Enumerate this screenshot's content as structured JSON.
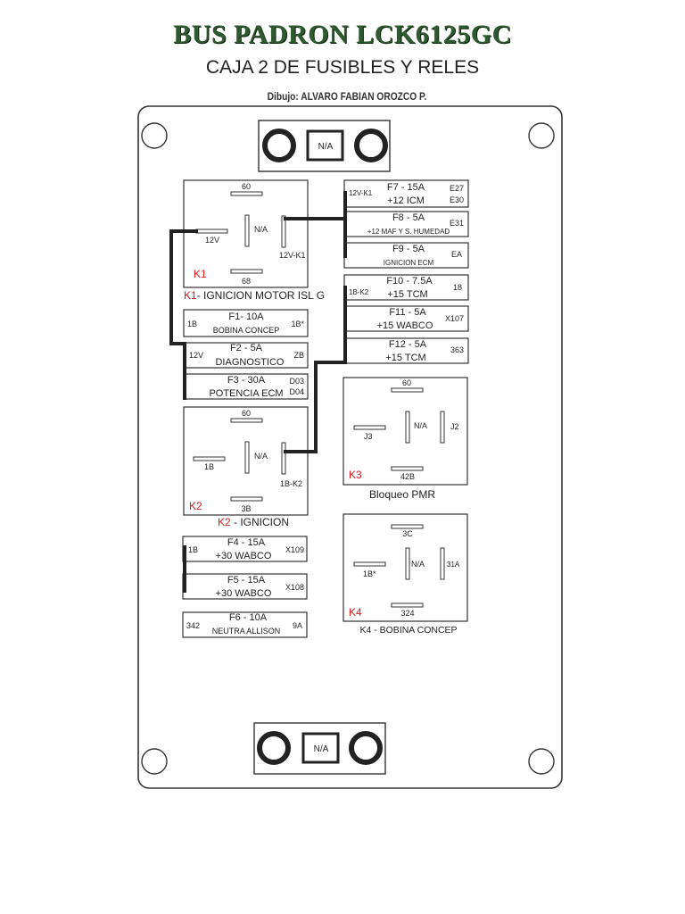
{
  "header": {
    "title": "BUS PADRON LCK6125GC",
    "subtitle": "CAJA 2 DE FUSIBLES Y RELES",
    "credit": "Dibujo: ALVARO FABIAN OROZCO P."
  },
  "connectors": {
    "top_label": "N/A",
    "bottom_label": "N/A"
  },
  "relays": {
    "k1": {
      "tag": "K1",
      "caption_tag": "K1",
      "caption": "- IGNICION MOTOR ISL G",
      "pin_top": "60",
      "pin_left": "12V",
      "pin_center": "N/A",
      "pin_right": "12V-K1",
      "pin_bottom": "68"
    },
    "k2": {
      "tag": "K2",
      "caption_tag": "K2",
      "caption": " - IGNICION",
      "pin_top": "60",
      "pin_left": "1B",
      "pin_center": "N/A",
      "pin_right": "1B-K2",
      "pin_bottom": "3B"
    },
    "k3": {
      "tag": "K3",
      "caption": "Bloqueo PMR",
      "pin_top": "60",
      "pin_left": "J3",
      "pin_center": "N/A",
      "pin_right": "J2",
      "pin_bottom": "42B"
    },
    "k4": {
      "tag": "K4",
      "caption": "K4 - BOBINA CONCEP",
      "pin_top": "3C",
      "pin_left": "1B*",
      "pin_center": "N/A",
      "pin_right": "31A",
      "pin_bottom": "324"
    }
  },
  "fuses": {
    "f1": {
      "name": "F1- 10A",
      "desc": "BOBINA CONCEP",
      "left": "1B",
      "right": "1B*"
    },
    "f2": {
      "name": "F2 - 5A",
      "desc": "DIAGNOSTICO",
      "left": "12V",
      "right": "ZB"
    },
    "f3": {
      "name": "F3 - 30A",
      "desc": "POTENCIA ECM",
      "right1": "D03",
      "right2": "D04"
    },
    "f4": {
      "name": "F4 - 15A",
      "desc": "+30 WABCO",
      "left": "1B",
      "right": "X109"
    },
    "f5": {
      "name": "F5 - 15A",
      "desc": "+30 WABCO",
      "right": "X108"
    },
    "f6": {
      "name": "F6 - 10A",
      "desc": "NEUTRA ALLISON",
      "left": "342",
      "right": "9A"
    },
    "f7": {
      "name": "F7 - 15A",
      "desc": "+12 ICM",
      "left": "12V-K1",
      "right1": "E27",
      "right2": "E30"
    },
    "f8": {
      "name": "F8 - 5A",
      "desc": "+12 MAF Y S. HUMEDAD",
      "right": "E31"
    },
    "f9": {
      "name": "F9 - 5A",
      "desc": "IGNICION ECM",
      "right": "EA"
    },
    "f10": {
      "name": "F10 - 7.5A",
      "desc": "+15 TCM",
      "left": "1B-K2",
      "right": "18"
    },
    "f11": {
      "name": "F11 - 5A",
      "desc": "+15 WABCO",
      "right": "X107"
    },
    "f12": {
      "name": "F12 - 5A",
      "desc": "+15 TCM",
      "right": "363"
    }
  },
  "colors": {
    "title": "#2f5a2f",
    "relay_tag": "#e0191c",
    "line": "#222222"
  }
}
